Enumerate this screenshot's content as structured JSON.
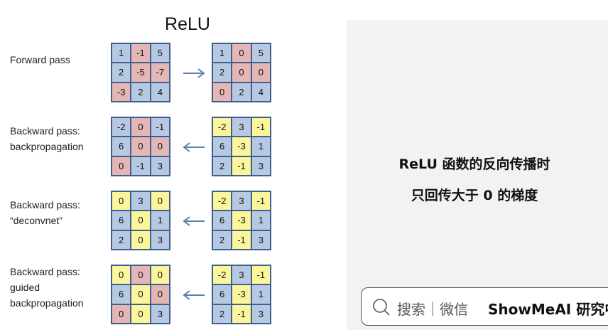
{
  "title": "ReLU",
  "rows": [
    {
      "label": [
        "Forward pass"
      ],
      "left": [
        [
          "1",
          "-1",
          "5"
        ],
        [
          "2",
          "-5",
          "-7"
        ],
        [
          "-3",
          "2",
          "4"
        ]
      ],
      "left_colors": [
        [
          "b",
          "r",
          "b"
        ],
        [
          "b",
          "r",
          "r"
        ],
        [
          "r",
          "b",
          "b"
        ]
      ],
      "right": [
        [
          "1",
          "0",
          "5"
        ],
        [
          "2",
          "0",
          "0"
        ],
        [
          "0",
          "2",
          "4"
        ]
      ],
      "right_colors": [
        [
          "b",
          "r",
          "b"
        ],
        [
          "b",
          "r",
          "r"
        ],
        [
          "r",
          "b",
          "b"
        ]
      ],
      "arrow": "right"
    },
    {
      "label": [
        "Backward pass:",
        "backpropagation"
      ],
      "left": [
        [
          "-2",
          "0",
          "-1"
        ],
        [
          "6",
          "0",
          "0"
        ],
        [
          "0",
          "-1",
          "3"
        ]
      ],
      "left_colors": [
        [
          "b",
          "r",
          "b"
        ],
        [
          "b",
          "r",
          "r"
        ],
        [
          "r",
          "b",
          "b"
        ]
      ],
      "right": [
        [
          "-2",
          "3",
          "-1"
        ],
        [
          "6",
          "-3",
          "1"
        ],
        [
          "2",
          "-1",
          "3"
        ]
      ],
      "right_colors": [
        [
          "y",
          "b",
          "y"
        ],
        [
          "b",
          "y",
          "b"
        ],
        [
          "b",
          "y",
          "b"
        ]
      ],
      "arrow": "left"
    },
    {
      "label": [
        "Backward pass:",
        "“deconvnet”"
      ],
      "left": [
        [
          "0",
          "3",
          "0"
        ],
        [
          "6",
          "0",
          "1"
        ],
        [
          "2",
          "0",
          "3"
        ]
      ],
      "left_colors": [
        [
          "y",
          "b",
          "y"
        ],
        [
          "b",
          "y",
          "b"
        ],
        [
          "b",
          "y",
          "b"
        ]
      ],
      "right": [
        [
          "-2",
          "3",
          "-1"
        ],
        [
          "6",
          "-3",
          "1"
        ],
        [
          "2",
          "-1",
          "3"
        ]
      ],
      "right_colors": [
        [
          "y",
          "b",
          "y"
        ],
        [
          "b",
          "y",
          "b"
        ],
        [
          "b",
          "y",
          "b"
        ]
      ],
      "arrow": "left"
    },
    {
      "label": [
        "Backward pass:",
        "guided",
        "backpropagation"
      ],
      "left": [
        [
          "0",
          "0",
          "0"
        ],
        [
          "6",
          "0",
          "0"
        ],
        [
          "0",
          "0",
          "3"
        ]
      ],
      "left_colors": [
        [
          "y",
          "r",
          "y"
        ],
        [
          "b",
          "y",
          "r"
        ],
        [
          "r",
          "y",
          "b"
        ]
      ],
      "right": [
        [
          "-2",
          "3",
          "-1"
        ],
        [
          "6",
          "-3",
          "1"
        ],
        [
          "2",
          "-1",
          "3"
        ]
      ],
      "right_colors": [
        [
          "y",
          "b",
          "y"
        ],
        [
          "b",
          "y",
          "b"
        ],
        [
          "b",
          "y",
          "b"
        ]
      ],
      "arrow": "left"
    }
  ],
  "caption": {
    "line1": "ReLU 函数的反向传播时",
    "line2": "只回传大于 0 的梯度"
  },
  "search": {
    "placeholder": "搜索｜微信",
    "brand": "ShowMeAI 研究中心"
  },
  "colors": {
    "blue_cell": "#b7c9e2",
    "red_cell": "#e4b6b6",
    "yellow_cell": "#fbf59b",
    "grid_border": "#3f5f8c",
    "arrow": "#5b7fb0",
    "panel_bg": "#f2f2f2"
  },
  "icons": {
    "search": "search-icon",
    "arrow_right": "arrow-right-icon",
    "arrow_left": "arrow-left-icon"
  }
}
